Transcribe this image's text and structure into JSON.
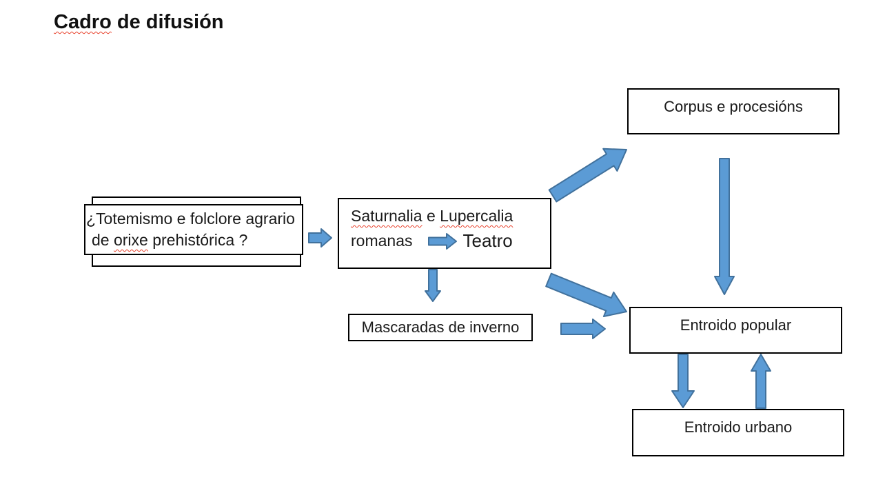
{
  "title": {
    "misspelled_word": "Cadro",
    "rest": " de difusión"
  },
  "colors": {
    "background": "#FFFFFF",
    "box_border": "#000000",
    "text": "#1A1A1A",
    "arrow_fill": "#5B9BD5",
    "arrow_border": "#41719C",
    "spellcheck_squiggle": "#E8402A"
  },
  "nodes": {
    "totemismo": {
      "line1": "¿Totemismo e folclore agrario",
      "line2_pre": "de ",
      "line2_misspelled": "orixe",
      "line2_post": " prehistórica ?"
    },
    "saturnalia": {
      "line1_misspelled1": "Saturnalia",
      "line1_mid": " e ",
      "line1_misspelled2": "Lupercalia",
      "line2_left": "romanas",
      "line2_right": "Teatro"
    },
    "corpus": {
      "label": "Corpus e procesións"
    },
    "mascaradas": {
      "label": "Mascaradas de inverno"
    },
    "entroido_popular": {
      "label": "Entroido popular"
    },
    "entroido_urbano": {
      "label": "Entroido urbano"
    }
  },
  "edges": [
    {
      "from": "totemismo",
      "to": "saturnalia",
      "direction": "right"
    },
    {
      "from": "romanas",
      "to": "teatro",
      "direction": "right"
    },
    {
      "from": "saturnalia",
      "to": "corpus",
      "direction": "up-right"
    },
    {
      "from": "saturnalia",
      "to": "mascaradas",
      "direction": "down"
    },
    {
      "from": "saturnalia",
      "to": "entroido_popular",
      "direction": "down-right"
    },
    {
      "from": "mascaradas",
      "to": "entroido_popular",
      "direction": "right"
    },
    {
      "from": "corpus",
      "to": "entroido_popular",
      "direction": "down"
    },
    {
      "from": "entroido_popular",
      "to": "entroido_urbano",
      "direction": "down"
    },
    {
      "from": "entroido_urbano",
      "to": "entroido_popular",
      "direction": "up"
    }
  ]
}
